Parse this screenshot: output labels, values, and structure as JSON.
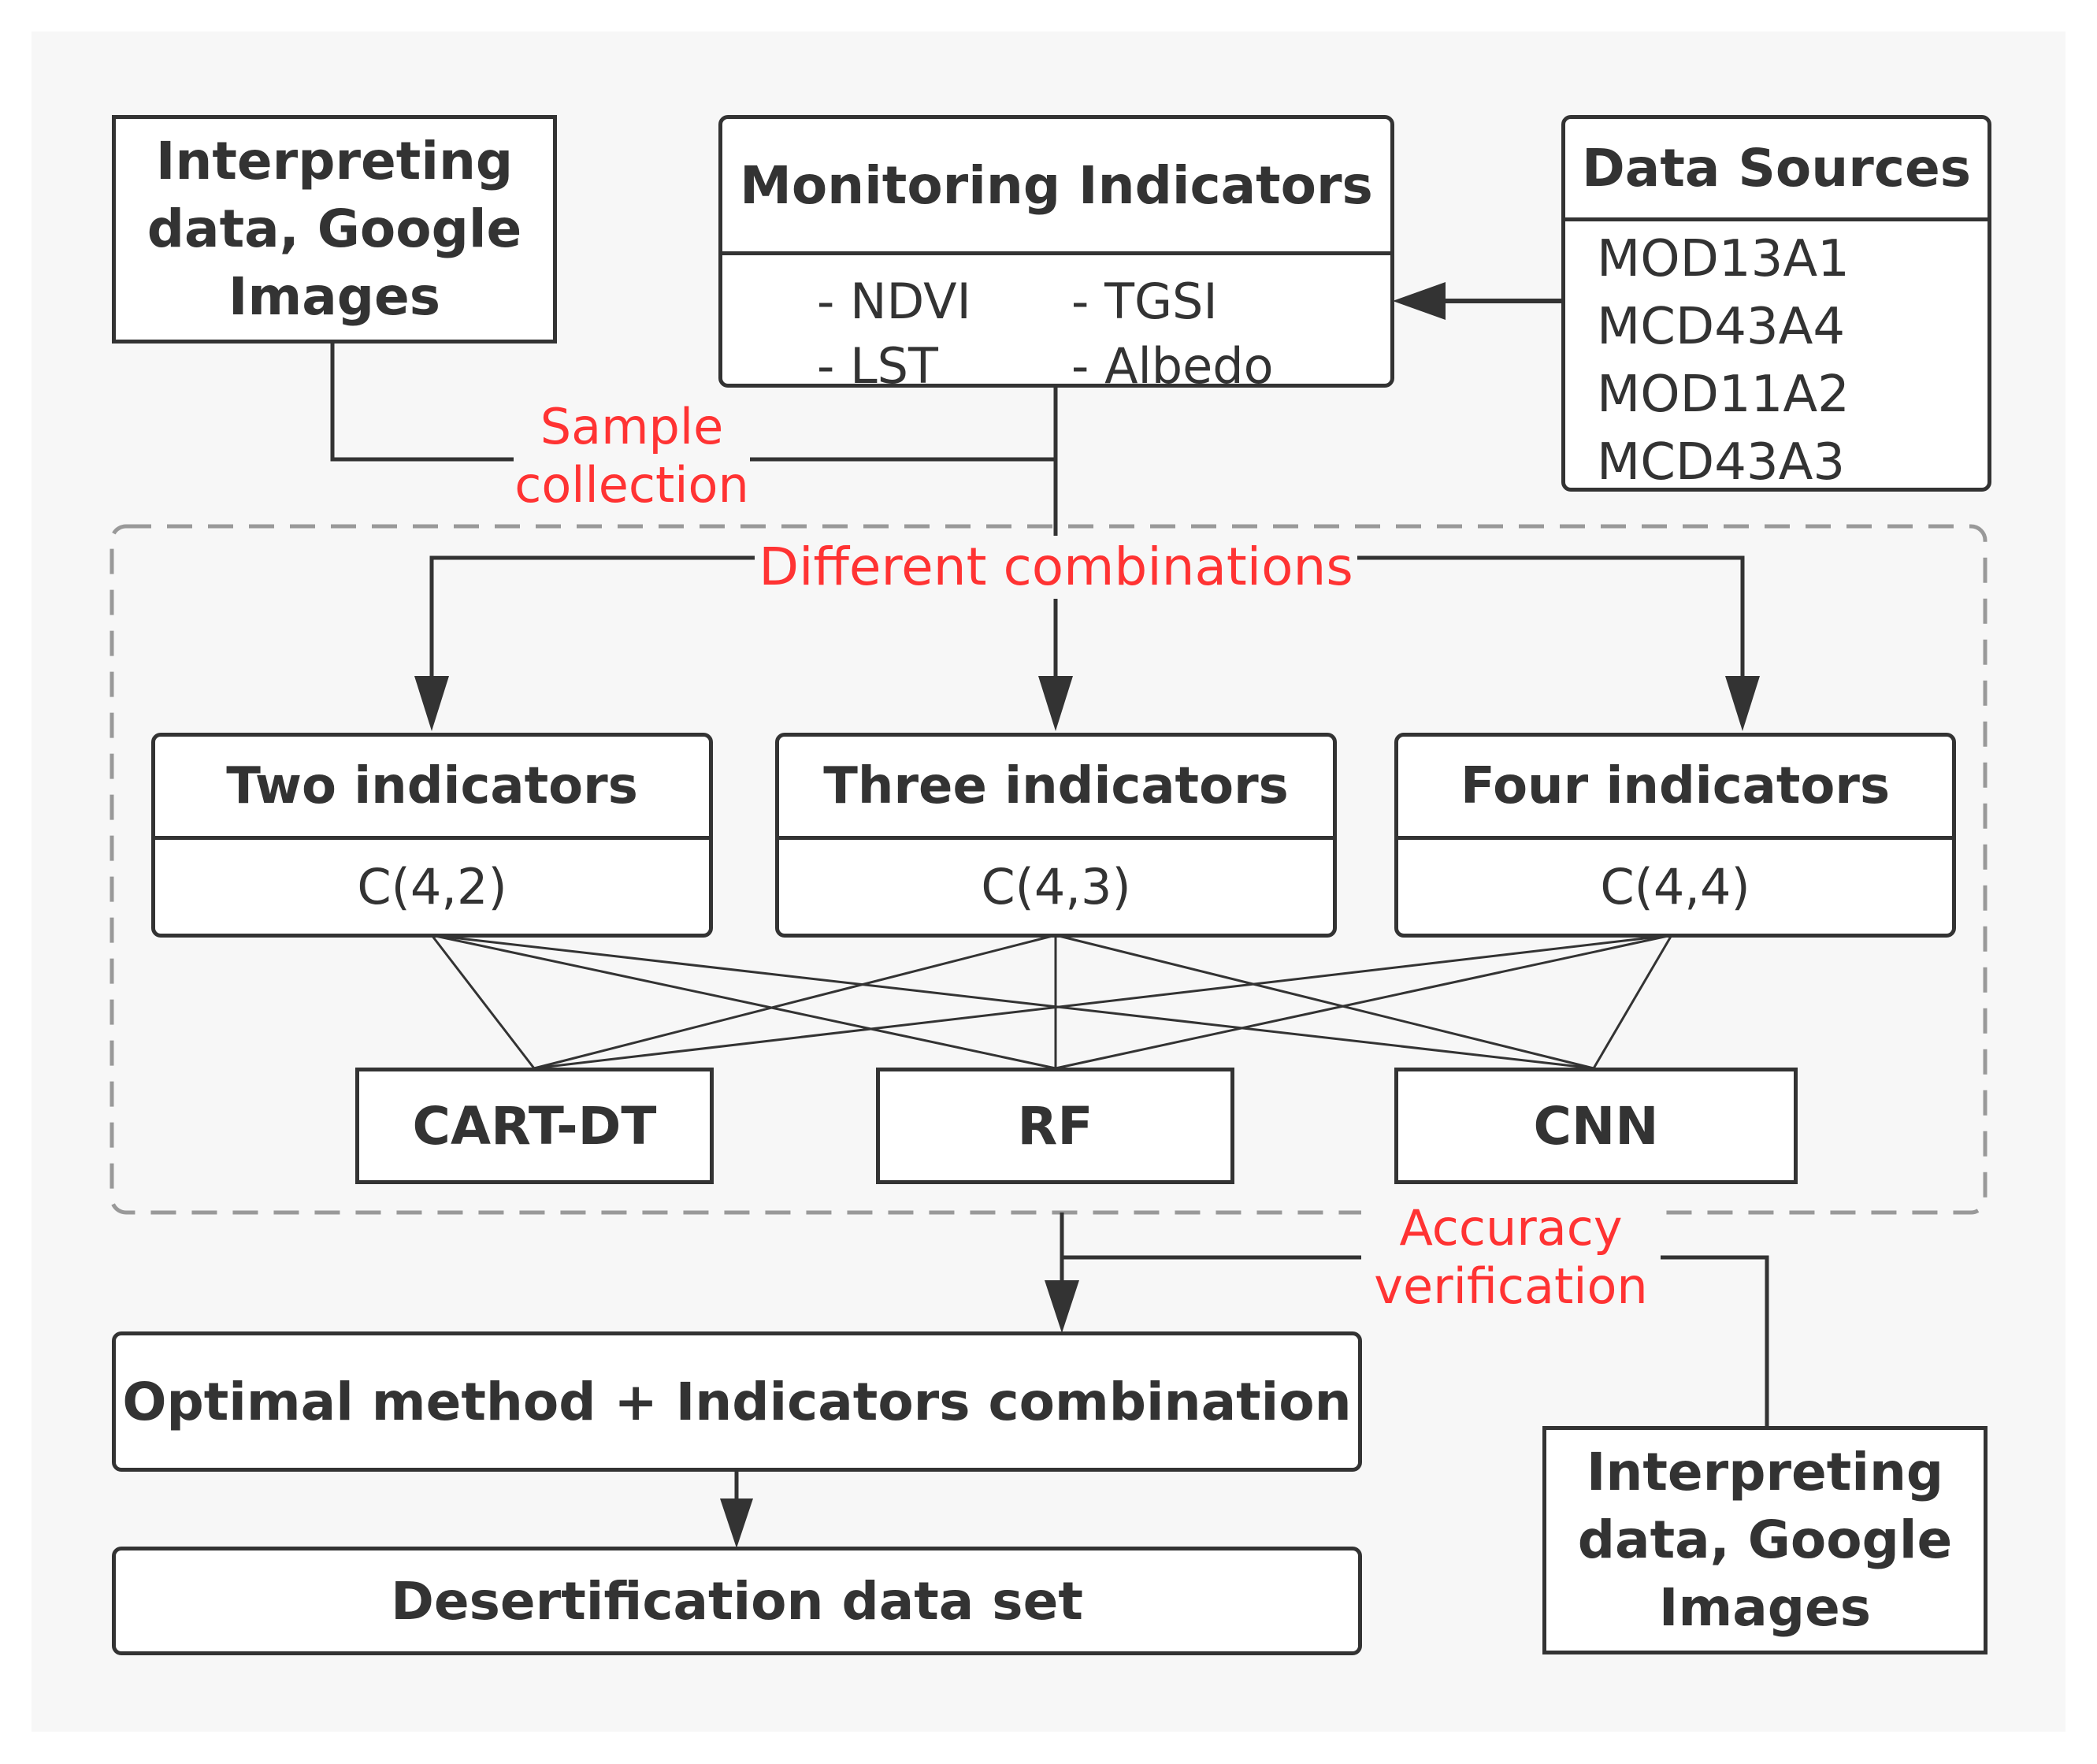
{
  "top_left_box": {
    "lines": [
      "Interpreting",
      "data, Google",
      "Images"
    ]
  },
  "monitoring": {
    "title": "Monitoring Indicators",
    "items": [
      "- NDVI",
      "- TGSI",
      "- LST",
      "- Albedo"
    ]
  },
  "data_sources": {
    "title": "Data Sources",
    "items": [
      "MOD13A1",
      "MCD43A4",
      "MOD11A2",
      "MCD43A3"
    ]
  },
  "labels": {
    "sample_collection": [
      "Sample",
      "collection"
    ],
    "different_combinations": "Different combinations",
    "accuracy_verification": [
      "Accuracy",
      "verification"
    ]
  },
  "combos": [
    {
      "title": "Two indicators",
      "value": "C(4,2)"
    },
    {
      "title": "Three indicators",
      "value": "C(4,3)"
    },
    {
      "title": "Four indicators",
      "value": "C(4,4)"
    }
  ],
  "methods": [
    "CART-DT",
    "RF",
    "CNN"
  ],
  "optimal": "Optimal method + Indicators combination",
  "dataset": "Desertification data set",
  "bottom_right_box": {
    "lines": [
      "Interpreting",
      "data, Google",
      "Images"
    ]
  },
  "colors": {
    "line": "#333333",
    "label_red": "#ff3333",
    "dashed": "#999999",
    "panel": "#f7f7f7"
  }
}
